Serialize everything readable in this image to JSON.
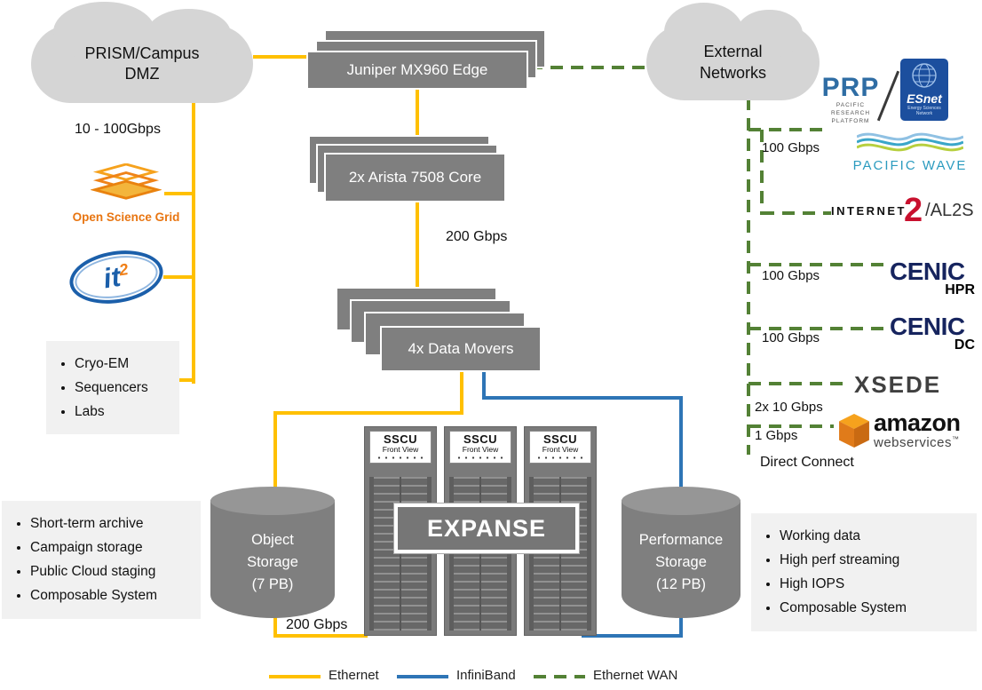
{
  "clouds": {
    "prism": {
      "line1": "PRISM/Campus",
      "line2": "DMZ"
    },
    "external": {
      "line1": "External",
      "line2": "Networks"
    }
  },
  "nodes": {
    "juniper": "Juniper MX960 Edge",
    "arista": "2x Arista 7508 Core",
    "data_movers": "4x Data Movers"
  },
  "bandwidth": {
    "campus": "10 - 100Gbps",
    "core": "200 Gbps",
    "storage": "200 Gbps",
    "pacific_wave": "100 Gbps",
    "cenic_hpr": "100 Gbps",
    "cenic_dc": "100 Gbps",
    "xsede": "2x 10 Gbps",
    "aws": "1 Gbps",
    "direct_connect": "Direct Connect"
  },
  "storage": {
    "object": {
      "line1": "Object",
      "line2": "Storage",
      "line3": "(7 PB)"
    },
    "performance": {
      "line1": "Performance",
      "line2": "Storage",
      "line3": "(12 PB)"
    }
  },
  "racks": {
    "header": "SSCU",
    "subheader": "Front View"
  },
  "expanse_label": "EXPANSE",
  "lists": {
    "labs": [
      "Cryo-EM",
      "Sequencers",
      "Labs"
    ],
    "object_storage": [
      "Short-term archive",
      "Campaign storage",
      "Public Cloud staging",
      "Composable System"
    ],
    "performance_storage": [
      "Working data",
      "High perf streaming",
      "High IOPS",
      "Composable System"
    ]
  },
  "logos": {
    "osg": {
      "label": "Open Science Grid"
    },
    "it2": {
      "text": "it",
      "sup": "2"
    },
    "prp": {
      "abbr": "PRP",
      "sub1": "PACIFIC RESEARCH",
      "sub2": "PLATFORM"
    },
    "esnet": {
      "name": "ESnet",
      "sub": "Energy Sciences Network"
    },
    "pacific_wave": {
      "name": "PACIFIC WAVE"
    },
    "internet2": {
      "name": "INTERNET",
      "two": "2",
      "suffix": "/AL2S"
    },
    "cenic_hpr": {
      "name": "CENIC",
      "tier": "HPR"
    },
    "cenic_dc": {
      "name": "CENIC",
      "tier": "DC"
    },
    "xsede": {
      "name": "XSEDE"
    },
    "aws": {
      "name": "amazon",
      "sub": "webservices",
      "tm": "™"
    }
  },
  "legend": {
    "ethernet": "Ethernet",
    "infiniband": "InfiniBand",
    "wan": "Ethernet WAN"
  },
  "colors": {
    "ethernet": "#FFC000",
    "infiniband": "#2E75B6",
    "ethernet_wan": "#538135",
    "node_gray": "#7F7F7F",
    "cloud_gray": "#D5D5D5"
  }
}
